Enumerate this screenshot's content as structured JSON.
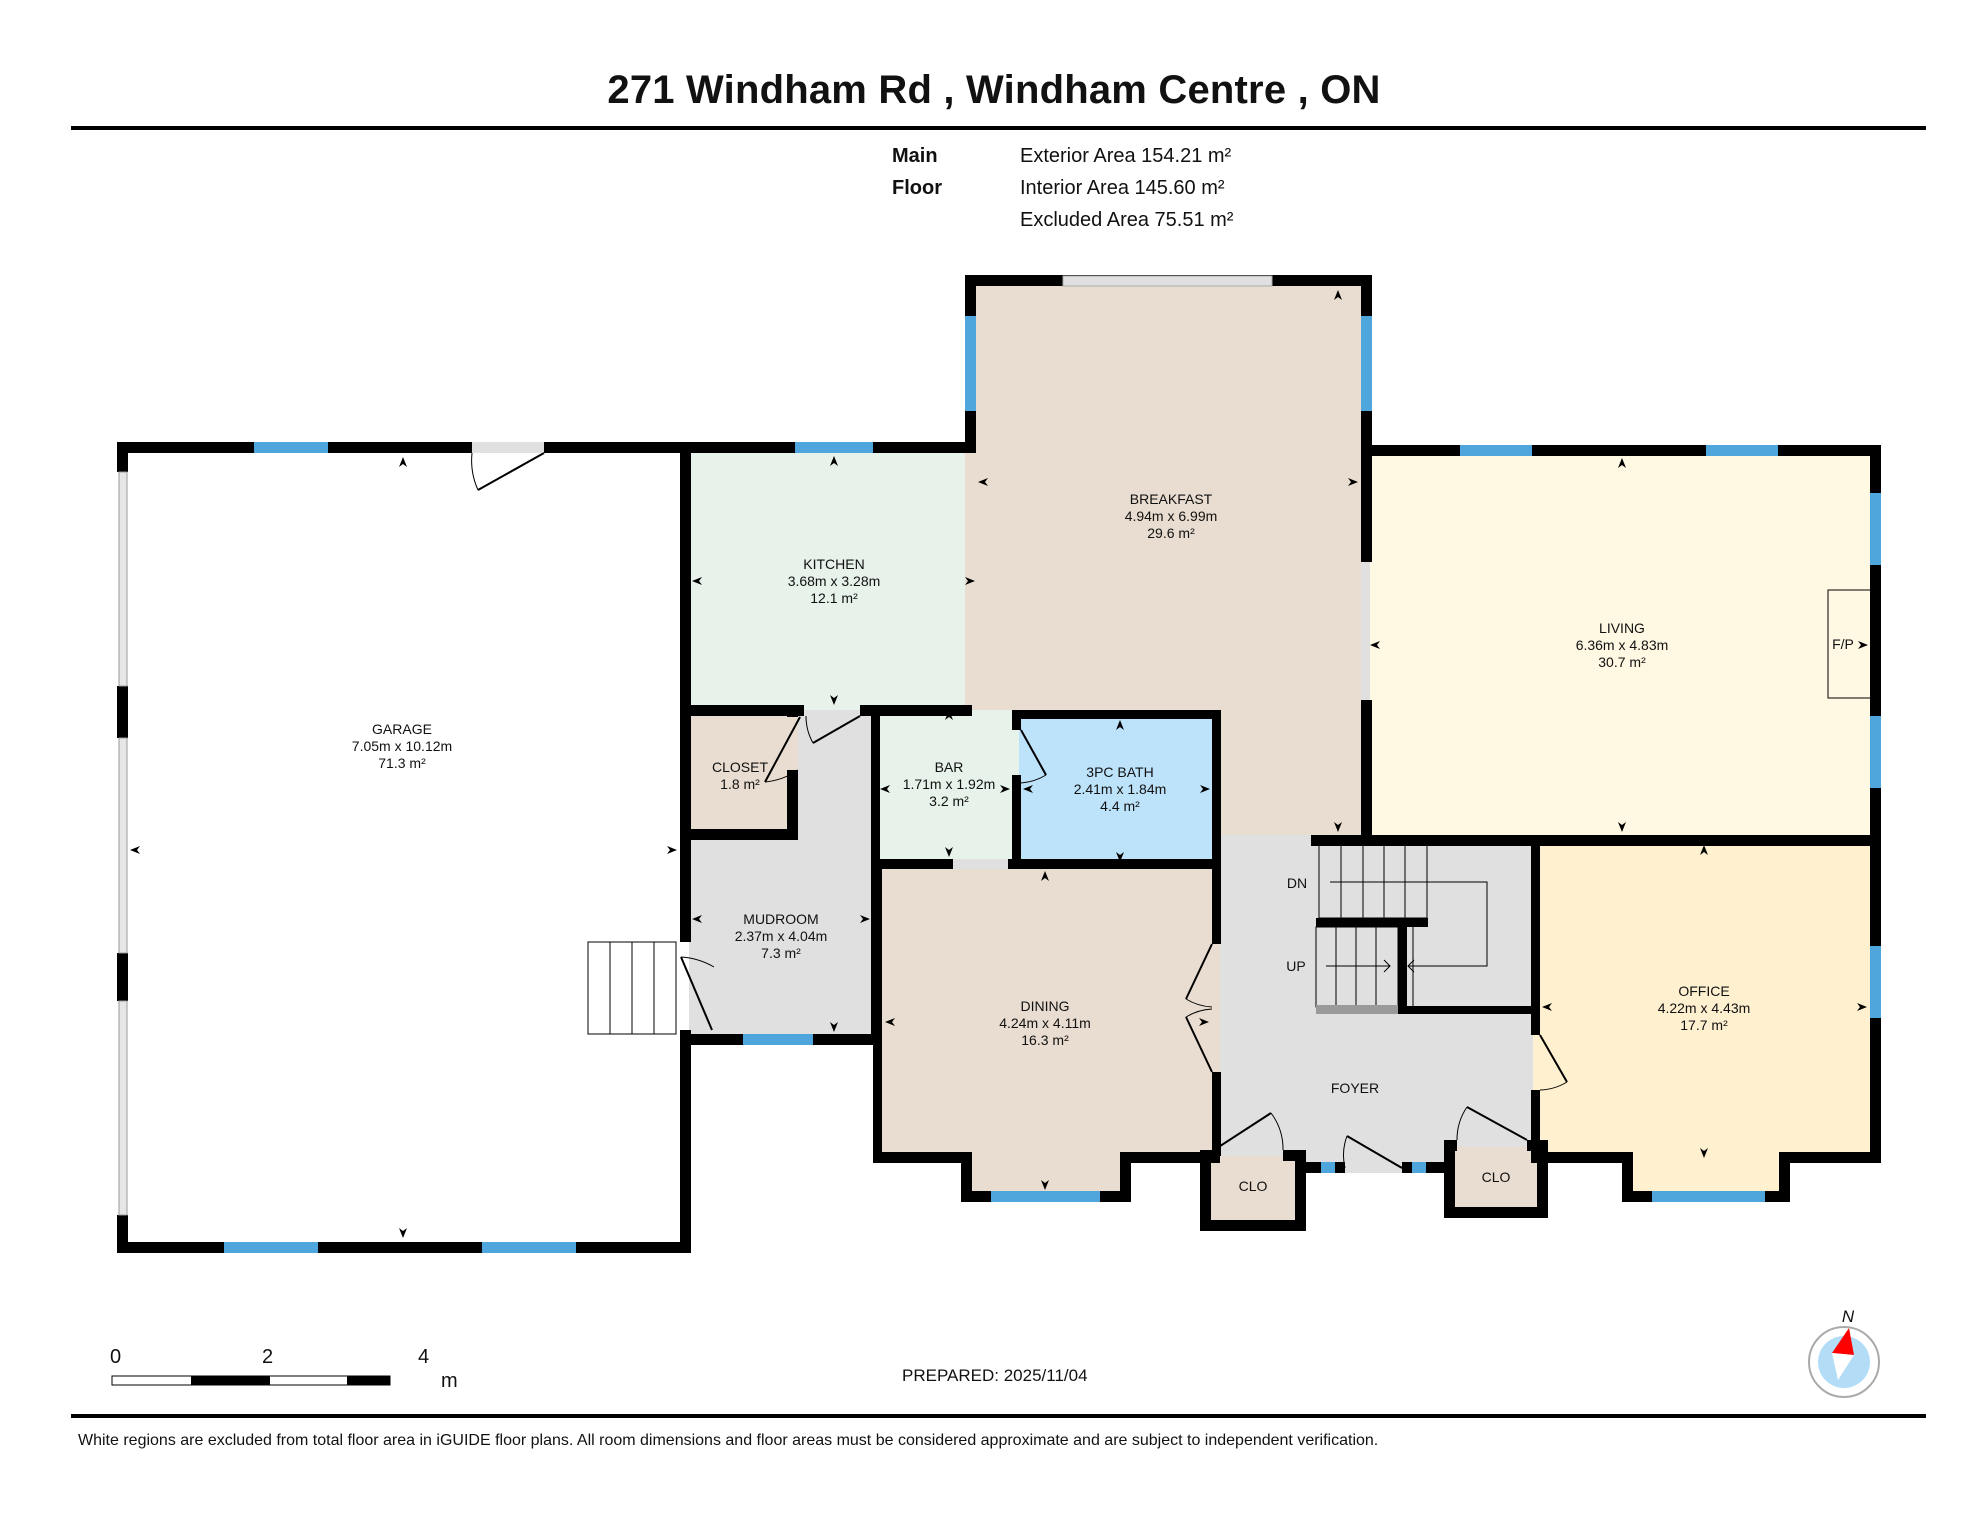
{
  "header": {
    "title": "271 Windham Rd , Windham Centre , ON",
    "floor_label": "Main Floor",
    "exterior_area": "Exterior Area 154.21 m²",
    "interior_area": "Interior Area 145.60 m²",
    "excluded_area": "Excluded Area 75.51 m²"
  },
  "rooms": {
    "garage": {
      "name": "GARAGE",
      "dims": "7.05m x 10.12m",
      "area": "71.3 m²",
      "color": "#ffffff"
    },
    "kitchen": {
      "name": "KITCHEN",
      "dims": "3.68m x 3.28m",
      "area": "12.1 m²",
      "color": "#e6f2ea"
    },
    "breakfast": {
      "name": "BREAKFAST",
      "dims": "4.94m x 6.99m",
      "area": "29.6 m²",
      "color": "#e8ddd0"
    },
    "living": {
      "name": "LIVING",
      "dims": "6.36m x 4.83m",
      "area": "30.7 m²",
      "color": "#fff8e3"
    },
    "closet": {
      "name": "CLOSET",
      "area": "1.8 m²",
      "color": "#e8ddd0"
    },
    "bar": {
      "name": "BAR",
      "dims": "1.71m x 1.92m",
      "area": "3.2 m²",
      "color": "#e6f2ea"
    },
    "bath": {
      "name": "3PC BATH",
      "dims": "2.41m x 1.84m",
      "area": "4.4 m²",
      "color": "#bde3fb"
    },
    "mudroom": {
      "name": "MUDROOM",
      "dims": "2.37m x 4.04m",
      "area": "7.3 m²",
      "color": "#e0e0e0"
    },
    "dining": {
      "name": "DINING",
      "dims": "4.24m x 4.11m",
      "area": "16.3 m²",
      "color": "#e8ddd0"
    },
    "foyer": {
      "name": "FOYER",
      "color": "#e0e0e0"
    },
    "office": {
      "name": "OFFICE",
      "dims": "4.22m x 4.43m",
      "area": "17.7 m²",
      "color": "#fff0cf"
    },
    "clo_left": {
      "name": "CLO",
      "color": "#e8ddd0"
    },
    "clo_right": {
      "name": "CLO",
      "color": "#e8ddd0"
    }
  },
  "labels": {
    "fireplace": "F/P",
    "stairs_down": "DN",
    "stairs_up": "UP"
  },
  "colors": {
    "wall": "#000000",
    "window": "#4fa6dc",
    "compass_fill": "#b3dcf6",
    "compass_north": "#ff0000"
  },
  "scale_bar": {
    "tick_0": "0",
    "tick_2": "2",
    "tick_4": "4",
    "unit": "m"
  },
  "compass": {
    "label": "N"
  },
  "footer": {
    "prepared": "PREPARED: 2025/11/04",
    "disclaimer": "White regions are excluded from total floor area in iGUIDE floor plans. All room dimensions and floor areas must be considered approximate and are subject to independent verification."
  }
}
